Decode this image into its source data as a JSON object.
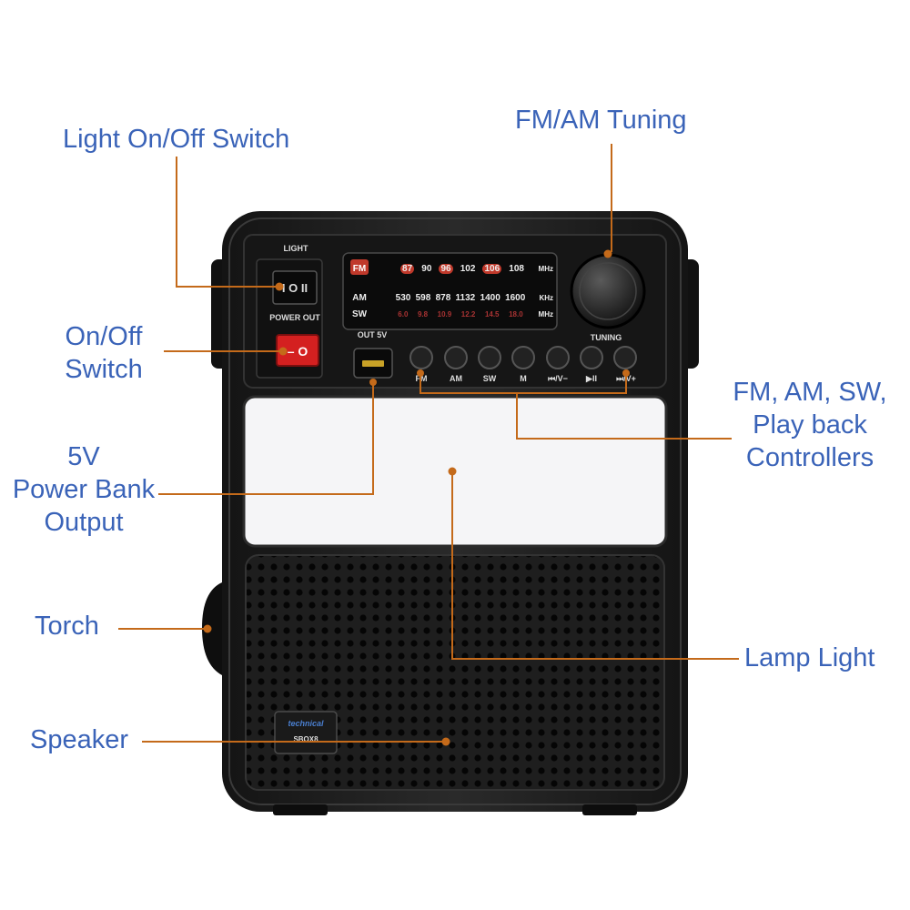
{
  "callouts": {
    "light_switch": "Light On/Off Switch",
    "tuning": "FM/AM Tuning",
    "power_switch_line1": "On/Off",
    "power_switch_line2": "Switch",
    "controllers_line1": "FM, AM, SW,",
    "controllers_line2": "Play back",
    "controllers_line3": "Controllers",
    "usb_line1": "5V",
    "usb_line2": "Power Bank",
    "usb_line3": "Output",
    "torch": "Torch",
    "lamp": "Lamp Light",
    "speaker": "Speaker"
  },
  "device": {
    "light_label": "LIGHT",
    "power_out_label": "POWER OUT",
    "usb_label": "OUT 5V",
    "tuning_label": "TUNING",
    "badge_brand": "technical",
    "badge_model": "SBOX8",
    "dial": {
      "fm": {
        "band": "FM",
        "values": [
          "87",
          "90",
          "96",
          "102",
          "106",
          "108"
        ],
        "unit": "MHz"
      },
      "am": {
        "band": "AM",
        "values": [
          "530",
          "598",
          "878",
          "1132",
          "1400",
          "1600"
        ],
        "unit": "KHz"
      },
      "sw": {
        "band": "SW",
        "values": [
          "6.0",
          "9.8",
          "10.9",
          "12.2",
          "14.5",
          "18.0"
        ],
        "unit": "MHz"
      }
    },
    "buttons": [
      "FM",
      "AM",
      "SW",
      "M",
      "⏮/V−",
      "▶II",
      "⏭/V+"
    ]
  },
  "colors": {
    "callout_text": "#3a63b8",
    "leader_line": "#c46a1a",
    "body": "#1c1c1c",
    "power_switch": "#d42020",
    "fm_highlight": "#c0392b"
  }
}
